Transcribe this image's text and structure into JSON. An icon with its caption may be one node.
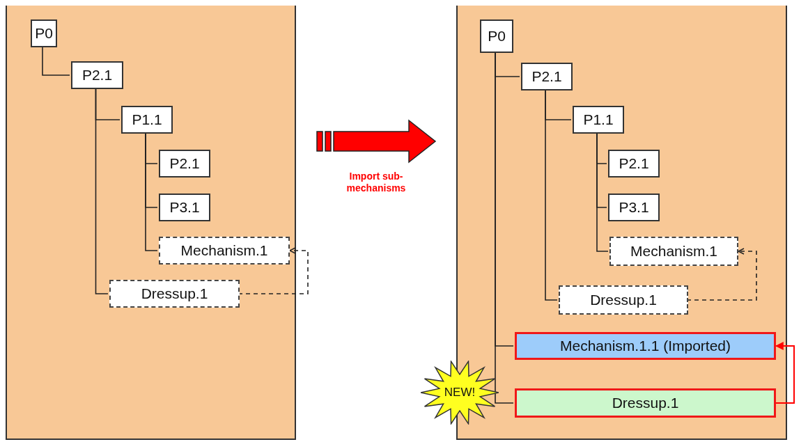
{
  "diagram": {
    "nodes": [
      {
        "text": [],
        "shape": "box"
      },
      {
        "text": [],
        "shape": "box"
      },
      {
        "text": [
          "P0"
        ],
        "in": 0
      },
      {
        "text": [
          "P2.1"
        ],
        "in": 0
      },
      {
        "text": [
          "P1.1"
        ],
        "in": 0
      },
      {
        "text": [
          "P2.1"
        ],
        "in": 0
      },
      {
        "text": [
          "P3.1"
        ],
        "in": 0
      },
      {
        "text": [
          "Mechanism.1"
        ],
        "in": 0
      },
      {
        "text": [
          "Dressup.1"
        ],
        "in": 0
      },
      {
        "text": [
          "P0"
        ],
        "in": 1
      },
      {
        "text": [
          "P2.1"
        ],
        "in": 1
      },
      {
        "text": [
          "P1.1"
        ],
        "in": 1
      },
      {
        "text": [
          "P2.1"
        ],
        "in": 1
      },
      {
        "text": [
          "P3.1"
        ],
        "in": 1
      },
      {
        "text": [
          "Mechanism.1"
        ],
        "in": 1
      },
      {
        "text": [
          "Dressup.1"
        ],
        "in": 1
      },
      {
        "text": [
          "Mechanism.1.1 (Imported)"
        ],
        "in": 1
      },
      {
        "text": [
          "Dressup.1"
        ],
        "in": 1
      },
      {
        "text": [
          "NEW!"
        ]
      }
    ],
    "edges": [
      {
        "from": 0,
        "to": 1,
        "arrow": "to",
        "label": "Import sub-mechanisms",
        "style": "thick",
        "color": "#ff0000"
      },
      {
        "from": 2,
        "to": 3,
        "arrow": "none"
      },
      {
        "from": 3,
        "to": 4,
        "arrow": "none"
      },
      {
        "from": 3,
        "to": 8,
        "arrow": "none"
      },
      {
        "from": 4,
        "to": 5,
        "arrow": "none"
      },
      {
        "from": 4,
        "to": 6,
        "arrow": "none"
      },
      {
        "from": 4,
        "to": 7,
        "arrow": "none"
      },
      {
        "from": 8,
        "to": 7,
        "arrow": "to",
        "style": "dashed"
      },
      {
        "from": 9,
        "to": 10,
        "arrow": "none"
      },
      {
        "from": 10,
        "to": 11,
        "arrow": "none"
      },
      {
        "from": 10,
        "to": 15,
        "arrow": "none"
      },
      {
        "from": 11,
        "to": 12,
        "arrow": "none"
      },
      {
        "from": 11,
        "to": 13,
        "arrow": "none"
      },
      {
        "from": 11,
        "to": 14,
        "arrow": "none"
      },
      {
        "from": 9,
        "to": 16,
        "arrow": "none"
      },
      {
        "from": 9,
        "to": 17,
        "arrow": "none"
      },
      {
        "from": 15,
        "to": 14,
        "arrow": "to",
        "style": "dashed"
      },
      {
        "from": 17,
        "to": 16,
        "arrow": "to",
        "color": "#ff0000"
      }
    ]
  }
}
